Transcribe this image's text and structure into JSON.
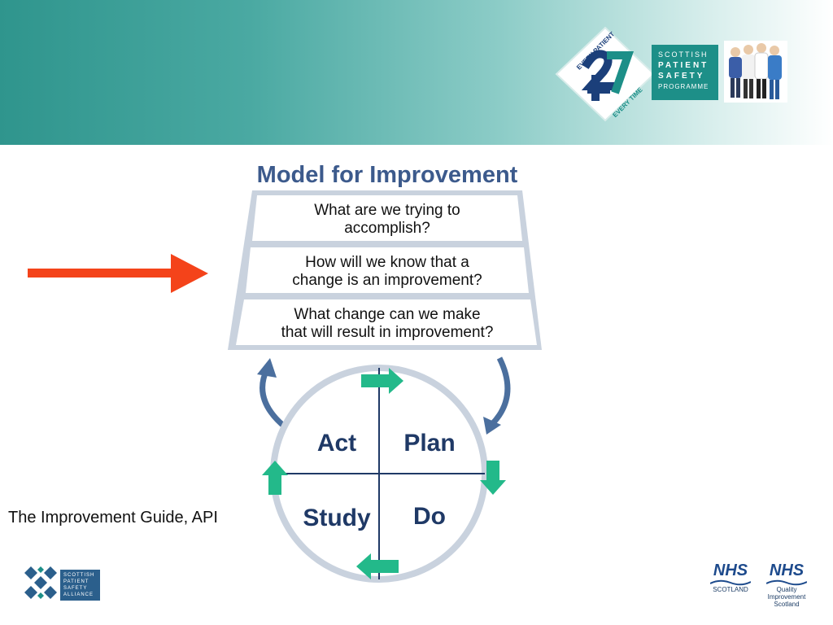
{
  "header": {
    "logo_24_7": {
      "ring_top": "EVERY PATIENT",
      "ring_bottom": "EVERY TIME",
      "numerals": "24/7"
    },
    "programme_box": [
      "SCOTTISH",
      "PATIENT",
      "SAFETY",
      "PROGRAMME"
    ],
    "colors": {
      "teal": "#2f958d",
      "navy": "#1b3f7a",
      "box": "#1d8f88"
    }
  },
  "model": {
    "title": "Model for Improvement",
    "questions": [
      [
        "What are we trying to",
        "accomplish?"
      ],
      [
        "How will we know that a",
        "change is an improvement?"
      ],
      [
        "What change can we make",
        "that will result in improvement?"
      ]
    ],
    "quadrants": {
      "act": "Act",
      "plan": "Plan",
      "study": "Study",
      "do": "Do"
    },
    "colors": {
      "title": "#3c5a8c",
      "quadrant_text": "#1f3966",
      "arrow_green": "#23b98a",
      "arrow_blue": "#4b6f9e"
    }
  },
  "pointer": {
    "color": "#f4431a"
  },
  "citation": "The Improvement Guide, API",
  "footer": {
    "spsa": [
      "SCOTTISH",
      "PATIENT",
      "SAFETY",
      "ALLIANCE"
    ],
    "nhs_left": {
      "word": "NHS",
      "sub": "SCOTLAND"
    },
    "nhs_right": {
      "word": "NHS",
      "sub": [
        "Quality",
        "Improvement",
        "Scotland"
      ]
    }
  }
}
